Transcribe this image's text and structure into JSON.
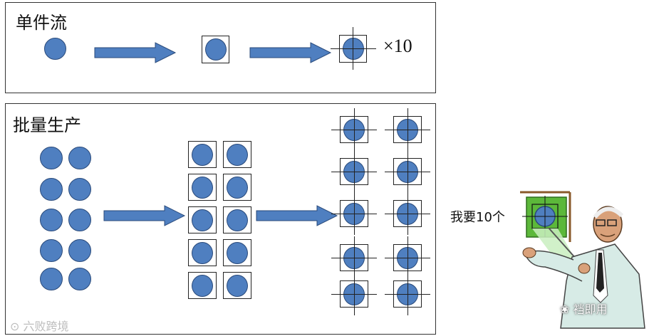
{
  "colors": {
    "circle": "#4f7fc0",
    "arrow": "#4f7fc0",
    "board": "#5cb83a",
    "frame": "#8a5a2b"
  },
  "single_flow": {
    "title": "单件流",
    "multiplier": "×10"
  },
  "batch": {
    "title": "批量生产"
  },
  "teacher": {
    "speech": "我要10个"
  },
  "watermarks": {
    "left": "六败跨境",
    "right": "裆即用"
  }
}
